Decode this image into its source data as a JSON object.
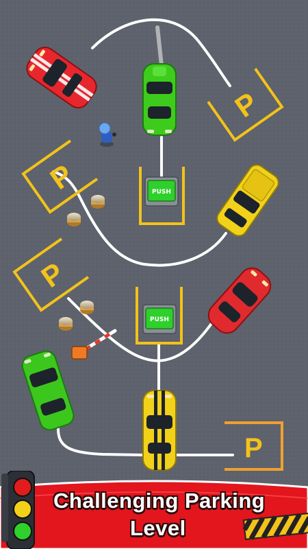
{
  "game": {
    "push_buttons": [
      {
        "label": "PUSH"
      },
      {
        "label": "PUSH"
      }
    ],
    "parking_spot_letters": [
      "P",
      "P",
      "P",
      "P"
    ],
    "cars": [
      {
        "name": "red-car-top",
        "color": "#e8262d"
      },
      {
        "name": "green-car-top",
        "color": "#3ecc1c"
      },
      {
        "name": "yellow-car-upper",
        "color": "#f2d11a"
      },
      {
        "name": "red-car-lower",
        "color": "#e02a2d"
      },
      {
        "name": "green-car-lower",
        "color": "#3cc71d"
      },
      {
        "name": "yellow-car-bottom",
        "color": "#f2d11a"
      }
    ],
    "colors": {
      "asphalt": "#5d626c",
      "parking_line": "#f3c21b",
      "path_line": "#ffffff",
      "banner_red": "#e3151d"
    }
  },
  "banner": {
    "title_line1": "Challenging Parking",
    "title_line2": "Level"
  }
}
